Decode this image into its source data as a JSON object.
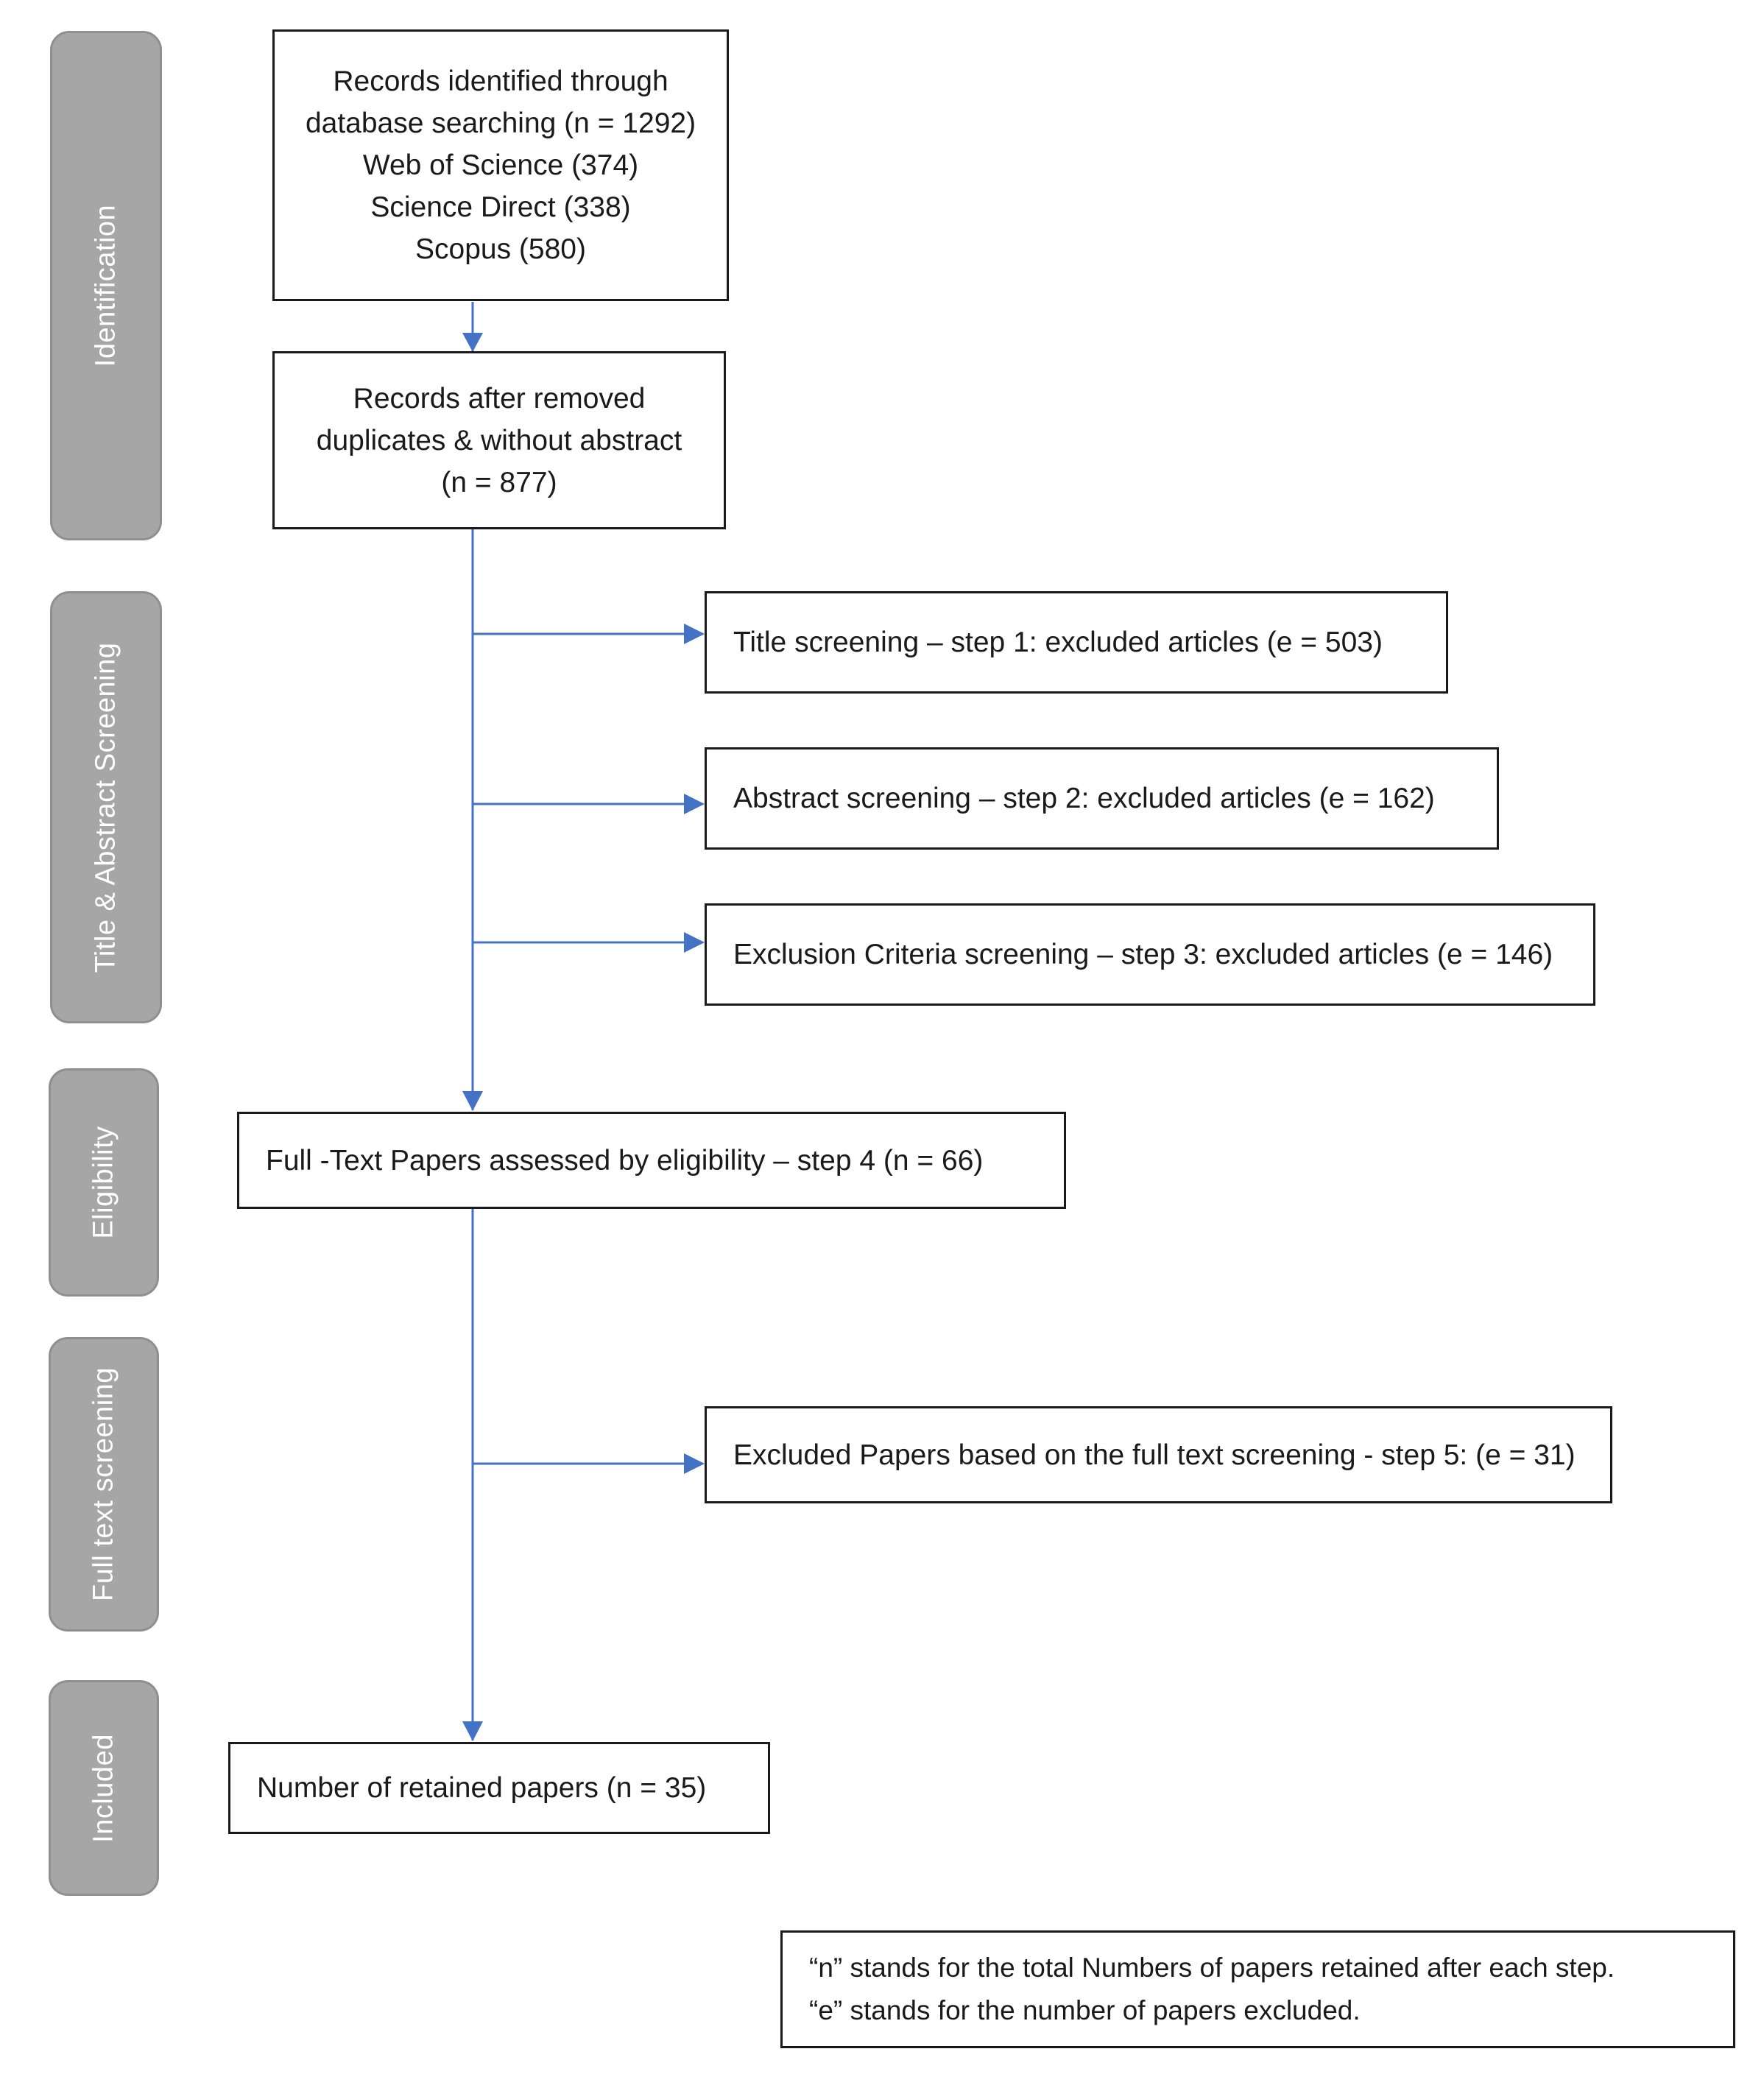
{
  "phases": {
    "identification": "Identification",
    "screening": "Title & Abstract  Screening",
    "eligibility": "Eligibility",
    "full_text": "Full text screening",
    "included": "Included"
  },
  "boxes": {
    "records_identified": {
      "lines": [
        "Records identified through",
        "database searching (n = 1292)",
        "Web of Science (374)",
        "Science Direct (338)",
        "Scopus (580)"
      ]
    },
    "records_after_removed": {
      "lines": [
        "Records after removed",
        "duplicates & without abstract",
        "(n = 877)"
      ]
    },
    "title_screening": "Title screening – step 1: excluded articles (e = 503)",
    "abstract_screening": "Abstract screening – step 2: excluded articles (e = 162)",
    "exclusion_criteria": "Exclusion Criteria screening – step 3: excluded articles (e = 146)",
    "full_text_assessed": "Full -Text Papers assessed by eligibility – step 4 (n = 66)",
    "excluded_full_text": "Excluded Papers based on the full text screening - step 5: (e = 31)",
    "retained": "Number of retained papers (n = 35)"
  },
  "note": {
    "line1": "“n” stands for the total Numbers of papers  retained after each step.",
    "line2": "“e” stands for the number of papers excluded."
  },
  "colors": {
    "phase_fill": "#a6a6a6",
    "arrow": "#4472c4",
    "box_border": "#1a1a1a"
  }
}
